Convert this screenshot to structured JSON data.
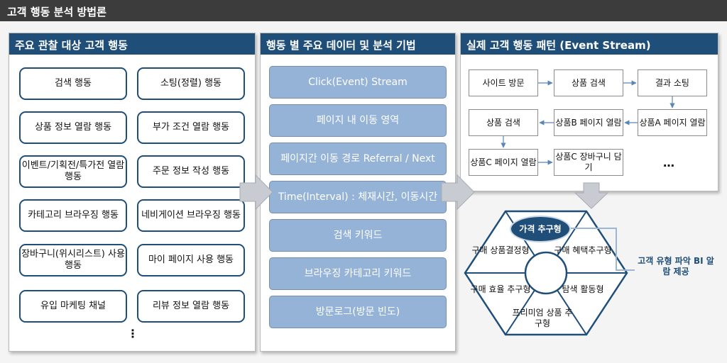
{
  "page": {
    "title": "고객 행동 분석 방법론"
  },
  "panel_behaviors": {
    "header": "주요 관찰 대상 고객 행동",
    "items": [
      "검색 행동",
      "소팅(정렬) 행동",
      "상품 정보 열람 행동",
      "부가 조건 열람 행동",
      "이벤트/기획전/특가전 열람 행동",
      "주문 정보 작성 행동",
      "카테고리 브라우징 행동",
      "네비게이션 브라우징 행동",
      "장바구니(위시리스트) 사용 행동",
      "마이 페이지 사용 행동",
      "유입 마케팅 채널",
      "리뷰 정보 열람 행동"
    ],
    "more": "⋮"
  },
  "panel_data": {
    "header": "행동 별 주요 데이터 및 분석 기법",
    "items": [
      "Click(Event) Stream",
      "페이지 내 이동 영역",
      "페이지간 이동 경로 Referral / Next",
      "Time(Interval) : 체재시간, 이동시간",
      "검색 키워드",
      "브라우징 카테고리 키워드",
      "방문로그(방문 빈도)"
    ]
  },
  "panel_stream": {
    "header": "실제 고객 행동 패턴 (Event Stream)",
    "steps": [
      "사이트 방문",
      "상품 검색",
      "결과 소팅",
      "상품A 페이지 열람",
      "상품B 페이지 열람",
      "상품 검색",
      "상품C 페이지 열람",
      "상품C 장바구니 담기"
    ],
    "more": "…"
  },
  "customer_types": {
    "center": "가격 추구형",
    "types": [
      "구매 혜택추구형",
      "탐색 활동형",
      "프리미엄 상품 추구형",
      "구매 효율 추구형",
      "구매 상품결정형"
    ],
    "outcome": "고객 유형 파악 BI 알람 제공"
  },
  "colors": {
    "header_bg": "#1f4e79",
    "tech_fill": "#95b3d7",
    "arrow_fill": "#c8ccd2",
    "title_bar": "#3c3c3c"
  }
}
